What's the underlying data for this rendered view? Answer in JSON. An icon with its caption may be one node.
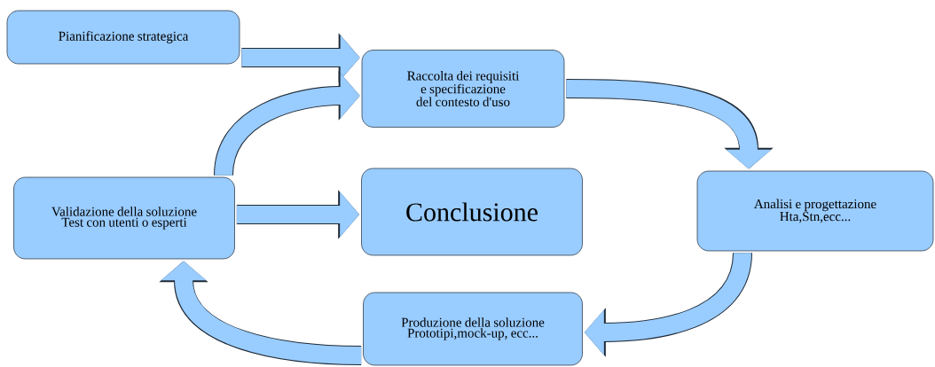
{
  "diagram": {
    "nodes": [
      {
        "text": [
          "Pianificazione strategica"
        ]
      },
      {
        "text": [
          "Raccolta dei requisiti e specificazione del contesto d'uso"
        ]
      },
      {
        "text": [
          "Validazione della soluzione",
          "Test con utenti o esperti"
        ]
      },
      {
        "text": [
          "Conclusione"
        ]
      },
      {
        "text": [
          "Analisi e progettazione",
          "Hta,Stn,ecc..."
        ]
      },
      {
        "text": [
          "Produzione della soluzione",
          "Prototipi,mock-up, ecc..."
        ]
      }
    ],
    "edges": [
      {
        "from": 0,
        "to": 1,
        "arrow": "to"
      },
      {
        "from": 2,
        "to": 1,
        "arrow": "to"
      },
      {
        "from": 1,
        "to": 4,
        "arrow": "to"
      },
      {
        "from": 4,
        "to": 5,
        "arrow": "to"
      },
      {
        "from": 5,
        "to": 2,
        "arrow": "to"
      },
      {
        "from": 2,
        "to": 3,
        "arrow": "to"
      }
    ]
  }
}
